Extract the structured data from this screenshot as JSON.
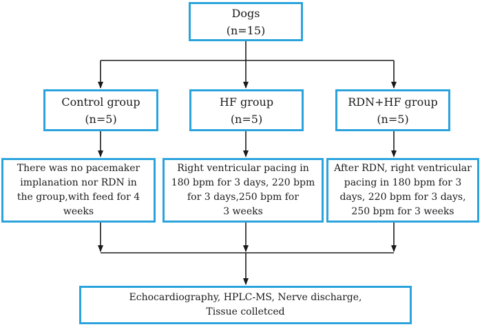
{
  "colors": {
    "box_border": "#2aa3dc",
    "arrow": "#1a1a1a"
  },
  "top": {
    "line1": "Dogs",
    "line2": "(n=15)"
  },
  "groups": [
    {
      "title": "Control group",
      "count": "(n=5)",
      "protocol": [
        "There was no pacemaker",
        "implanation nor RDN in",
        "the group,with feed for 4",
        "weeks"
      ]
    },
    {
      "title": "HF group",
      "count": "(n=5)",
      "protocol": [
        "Right ventricular pacing in",
        "180 bpm for 3 days, 220 bpm",
        "for 3 days,250 bpm for",
        "3 weeks"
      ]
    },
    {
      "title": "RDN+HF group",
      "count": "(n=5)",
      "protocol": [
        "After RDN, right ventricular",
        "pacing in 180 bpm for 3",
        "days, 220 bpm for 3 days,",
        "250 bpm for 3 weeks"
      ]
    }
  ],
  "outcome": {
    "line1": "Echocardiography, HPLC-MS, Nerve discharge,",
    "line2": "Tissue colletced"
  }
}
